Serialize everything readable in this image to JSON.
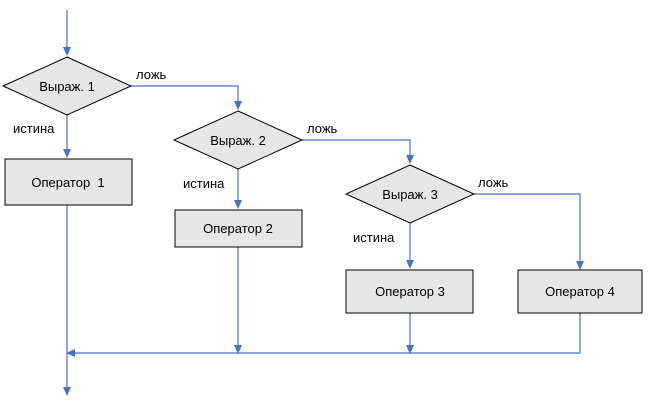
{
  "diagram": {
    "condition_1": "Выраж. 1",
    "condition_2": "Выраж. 2",
    "condition_3": "Выраж. 3",
    "operator_1": "Оператор  1",
    "operator_2": "Оператор 2",
    "operator_3": "Оператор 3",
    "operator_4": "Оператор 4",
    "true_label": "истина",
    "false_label": "ложь",
    "colors": {
      "flow_line": "#4472c4",
      "shape_fill": "#e6e6e6",
      "shape_stroke": "#000000"
    }
  }
}
